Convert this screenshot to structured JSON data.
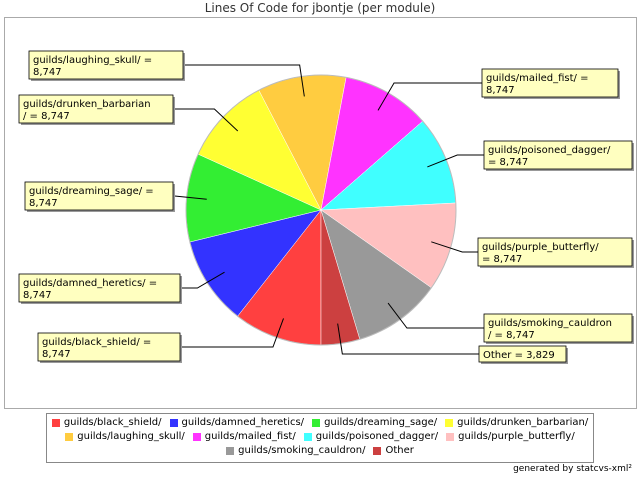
{
  "chart_data": {
    "type": "pie",
    "title": "Lines Of Code for jbontje (per module)",
    "slices": [
      {
        "label": "guilds/black_shield/",
        "value": 8747,
        "value_text": "8,747",
        "color": "#ff4040"
      },
      {
        "label": "guilds/damned_heretics/",
        "value": 8747,
        "value_text": "8,747",
        "color": "#3333ff"
      },
      {
        "label": "guilds/dreaming_sage/",
        "value": 8747,
        "value_text": "8,747",
        "color": "#33ee33"
      },
      {
        "label": "guilds/drunken_barbarian/",
        "value": 8747,
        "value_text": "8,747",
        "color": "#ffff33"
      },
      {
        "label": "guilds/laughing_skull/",
        "value": 8747,
        "value_text": "8,747",
        "color": "#ffcc40"
      },
      {
        "label": "guilds/mailed_fist/",
        "value": 8747,
        "value_text": "8,747",
        "color": "#ff33ff"
      },
      {
        "label": "guilds/poisoned_dagger/",
        "value": 8747,
        "value_text": "8,747",
        "color": "#40ffff"
      },
      {
        "label": "guilds/purple_butterfly/",
        "value": 8747,
        "value_text": "8,747",
        "color": "#ffc0c0"
      },
      {
        "label": "guilds/smoking_cauldron/",
        "value": 8747,
        "value_text": "8,747",
        "color": "#999999"
      },
      {
        "label": "Other",
        "value": 3829,
        "value_text": "3,829",
        "color": "#cc4040"
      }
    ],
    "legend_placement": "bottom"
  },
  "footer": "generated by statcvs-xml²"
}
